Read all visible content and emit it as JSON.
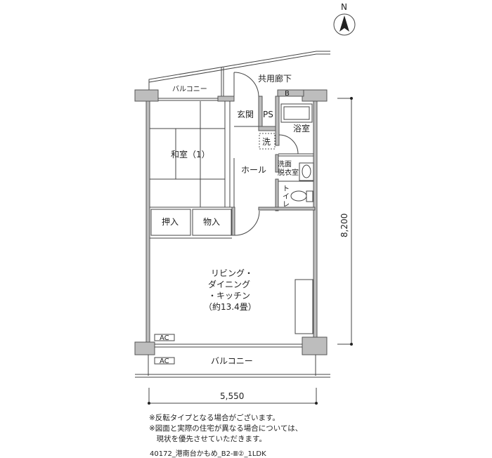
{
  "compass": {
    "label": "N"
  },
  "rooms": {
    "balcony_top": "バルコニー",
    "common_corridor": "共用廊下",
    "entrance": "玄関",
    "ps": "PS",
    "b": "B",
    "bathroom": "浴室",
    "washer": "洗",
    "japanese_room": "和室（1）",
    "hall": "ホール",
    "washroom_line1": "洗面",
    "washroom_line2": "脱衣室",
    "toilet": [
      "ト",
      "イ",
      "レ"
    ],
    "oshiire": "押入",
    "storage": "物入",
    "ldk_line1": "リビング・",
    "ldk_line2": "ダイニング",
    "ldk_line3": "・キッチン",
    "ldk_line4": "（約13.4畳）",
    "ac1": "AC",
    "ac2": "AC",
    "balcony_bottom": "バルコニー"
  },
  "dimensions": {
    "height": "8,200",
    "width": "5,550"
  },
  "notes": [
    "※反転タイプとなる場合がございます。",
    "※図面と実際の住宅が異なる場合については、",
    "　現状を優先させていただきます。"
  ],
  "caption": "40172_港南台かもめ_B2-Ⅲ②_1LDK"
}
